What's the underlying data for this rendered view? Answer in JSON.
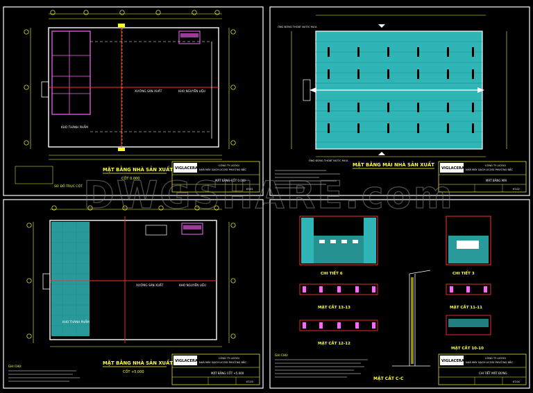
{
  "watermark": "DWGSHARE.com",
  "colors": {
    "frame": "#ffffff",
    "accent": "#ffff3a",
    "axis": "#ff3030",
    "wall": "#ff66ff",
    "roof": "#2fb5b5",
    "cyan": "#00ffff"
  },
  "sheets": {
    "tl": {
      "title": "MẶT BẰNG NHÀ SẢN XUẤT",
      "subtitle": "CỐT  0.000",
      "label_axis": "SƠ ĐỒ TRỤC CỘT",
      "rooms": [
        "XƯỞNG SẢN XUẤT",
        "KHO NGUYÊN LIỆU",
        "KHO THÀNH PHẨM"
      ],
      "company": "VIGLACERA",
      "tb_company": "CÔNG TY LICOGI",
      "tb_line2": "NHÀ MÁY GẠCH LICOGI PHƯỜNG BẮC",
      "tb_drawing": "MẶT BẰNG CỐT 0.000",
      "tb_code": "KT-01"
    },
    "tr": {
      "title": "MẶT BẰNG MÁI NHÀ SẢN XUẤT",
      "note_top": "ỐNG ĐỨNG THOÁT NƯỚC MƯA",
      "note_bottom": "ỐNG ĐỨNG THOÁT NƯỚC MƯA",
      "company": "VIGLACERA",
      "tb_company": "CÔNG TY LICOGI",
      "tb_line2": "NHÀ MÁY GẠCH LICOGI PHƯỜNG BẮC",
      "tb_drawing": "MẶT BẰNG MÁI",
      "tb_code": "KT-02"
    },
    "bl": {
      "title": "MẶT BẰNG NHÀ SẢN XUẤT",
      "subtitle": "CỐT +5.000",
      "rooms": [
        "XƯỞNG SẢN XUẤT",
        "KHO NGUYÊN LIỆU",
        "KHO THÀNH PHẨM"
      ],
      "notes_title": "GHI CHÚ:",
      "company": "VIGLACERA",
      "tb_company": "CÔNG TY LICOGI",
      "tb_line2": "NHÀ MÁY GẠCH LICOGI PHƯỜNG BẮC",
      "tb_drawing": "MẶT BẰNG CỐT +5.000",
      "tb_code": "KT-03"
    },
    "br": {
      "details": [
        "CHI TIẾT 6",
        "CHI TIẾT 3",
        "MẶT CẮT 13-13",
        "MẶT CẮT 11-11",
        "MẶT CẮT 12-12",
        "MẶT CẮT 10-10",
        "MẶT CẮT C-C"
      ],
      "notes_title": "GHI CHÚ:",
      "company": "VIGLACERA",
      "tb_company": "CÔNG TY LICOGI",
      "tb_line2": "NHÀ MÁY GẠCH LICOGI PHƯỜNG BẮC",
      "tb_drawing": "CHI TIẾT MẶT ĐỨNG",
      "tb_code": "KT-04"
    }
  }
}
